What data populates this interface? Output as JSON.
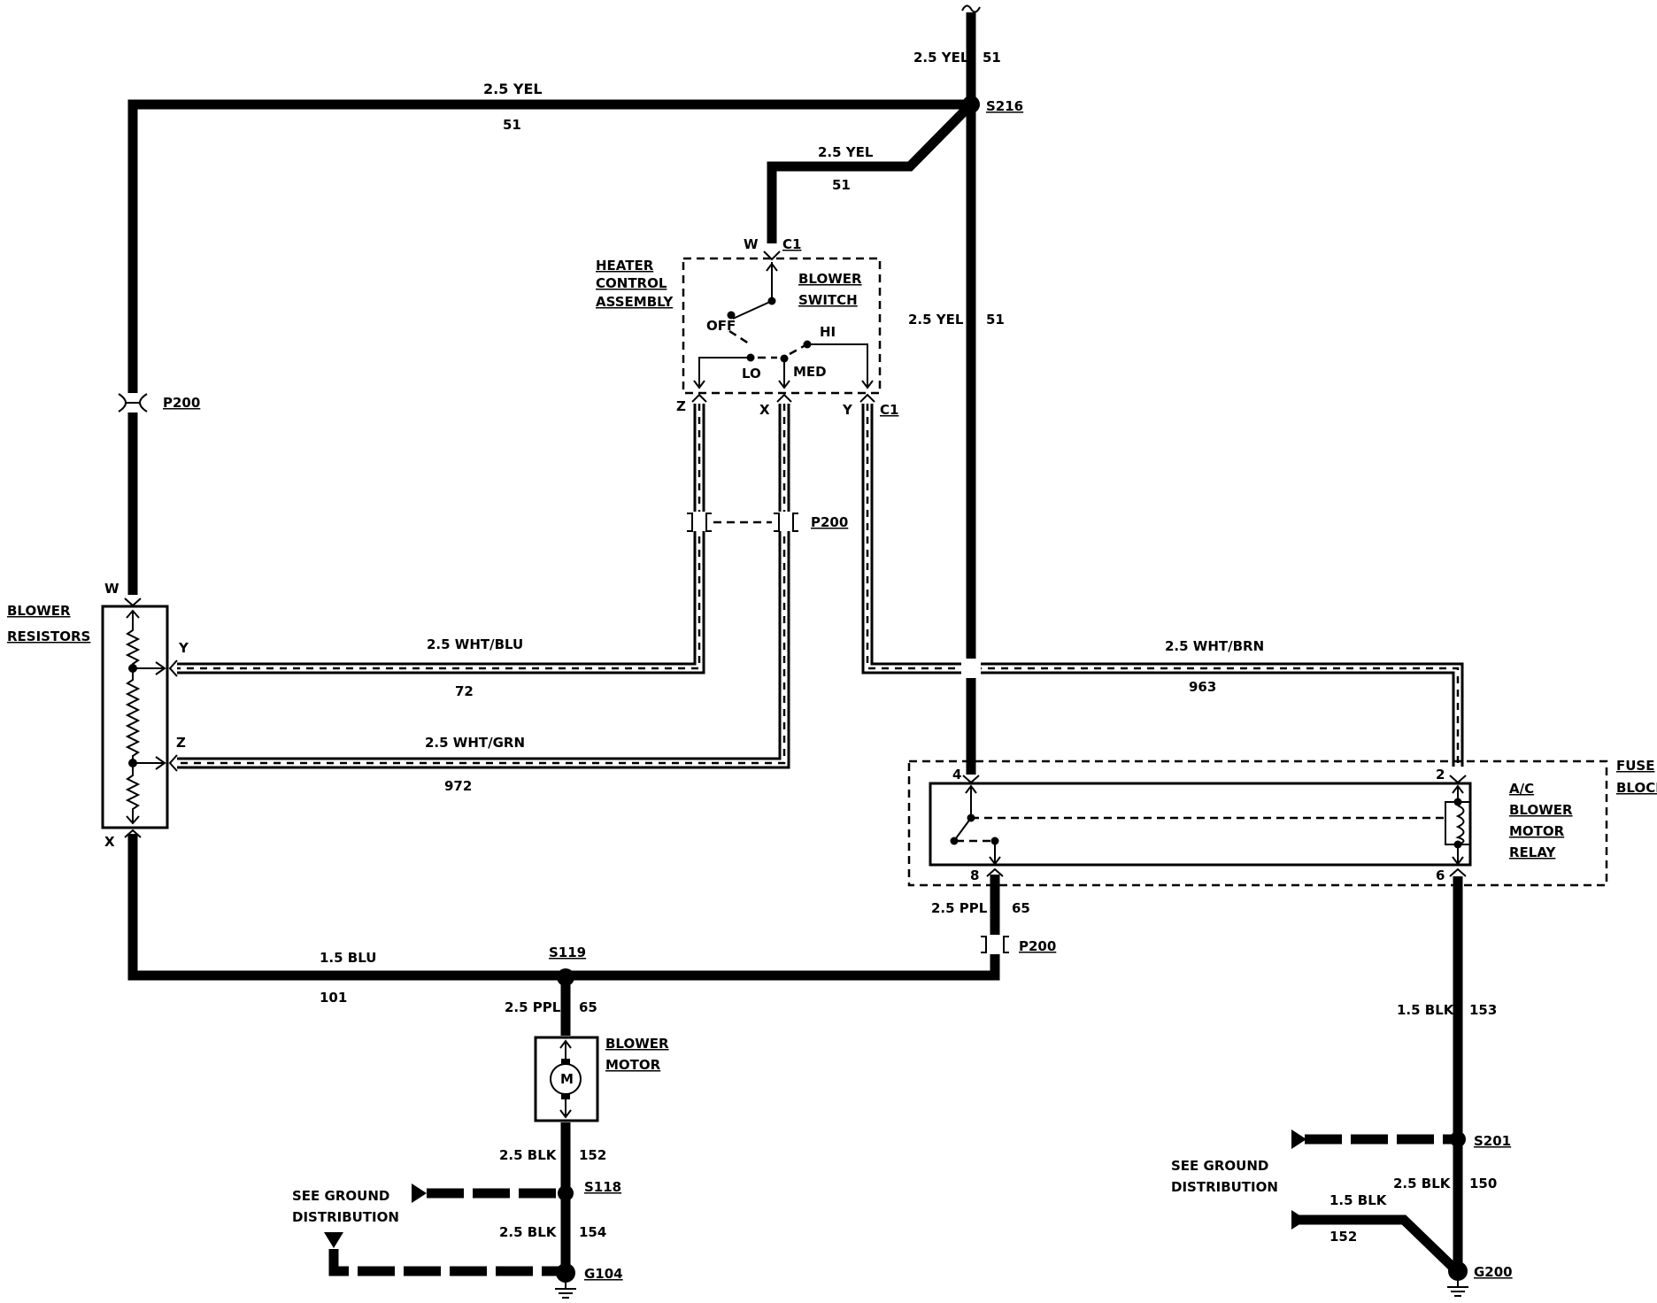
{
  "colors": {
    "ink": "#000000",
    "background": "#ffffff"
  },
  "labels": {
    "top_wire_size": "2.5 YEL",
    "top_wire_num": "51",
    "left_top_wire_size": "2.5 YEL",
    "left_top_wire_num": "51",
    "splice_s216": "S216",
    "switch_feed_size": "2.5 YEL",
    "switch_feed_num": "51",
    "mid_vertical_size": "2.5 YEL",
    "mid_vertical_num": "51",
    "conn_w": "W",
    "conn_c1_top": "C1",
    "heater_l1": "HEATER",
    "heater_l2": "CONTROL",
    "heater_l3": "ASSEMBLY",
    "blower_switch_l1": "BLOWER",
    "blower_switch_l2": "SWITCH",
    "sw_off": "OFF",
    "sw_hi": "HI",
    "sw_lo": "LO",
    "sw_med": "MED",
    "conn_z": "Z",
    "conn_x": "X",
    "conn_y": "Y",
    "conn_c1_bottom": "C1",
    "p200_left": "P200",
    "p200_middle": "P200",
    "p200_lower": "P200",
    "resistors_w": "W",
    "resistors_l1": "BLOWER",
    "resistors_l2": "RESISTORS",
    "resistors_y": "Y",
    "resistors_z": "Z",
    "resistors_x": "X",
    "wire_72_size": "2.5 WHT/BLU",
    "wire_72_num": "72",
    "wire_972_size": "2.5 WHT/GRN",
    "wire_972_num": "972",
    "wire_963_size": "2.5 WHT/BRN",
    "wire_963_num": "963",
    "fuse_l1": "FUSE",
    "fuse_l2": "BLOCK",
    "relay_pin4": "4",
    "relay_pin2": "2",
    "relay_pin8": "8",
    "relay_pin6": "6",
    "relay_l1": "A/C",
    "relay_l2": "BLOWER",
    "relay_l3": "MOTOR",
    "relay_l4": "RELAY",
    "relay_out_size": "2.5 PPL",
    "relay_out_num": "65",
    "wire_101_size": "1.5 BLU",
    "wire_101_num": "101",
    "splice_s119": "S119",
    "motor_feed_size": "2.5 PPL",
    "motor_feed_num": "65",
    "motor_l1": "BLOWER",
    "motor_l2": "MOTOR",
    "motor_symbol": "M",
    "motor_gnd_size": "2.5 BLK",
    "motor_gnd_num": "152",
    "splice_s118": "S118",
    "see_ground_left_l1": "SEE GROUND",
    "see_ground_left_l2": "DISTRIBUTION",
    "g104_wire_size": "2.5 BLK",
    "g104_wire_num": "154",
    "ground_g104": "G104",
    "relay_gnd_size": "1.5 BLK",
    "relay_gnd_num": "153",
    "splice_s201": "S201",
    "see_ground_right_l1": "SEE GROUND",
    "see_ground_right_l2": "DISTRIBUTION",
    "g200_wire_size": "2.5 BLK",
    "g200_wire_num": "150",
    "g200_branch_size": "1.5 BLK",
    "g200_branch_num": "152",
    "ground_g200": "G200"
  }
}
